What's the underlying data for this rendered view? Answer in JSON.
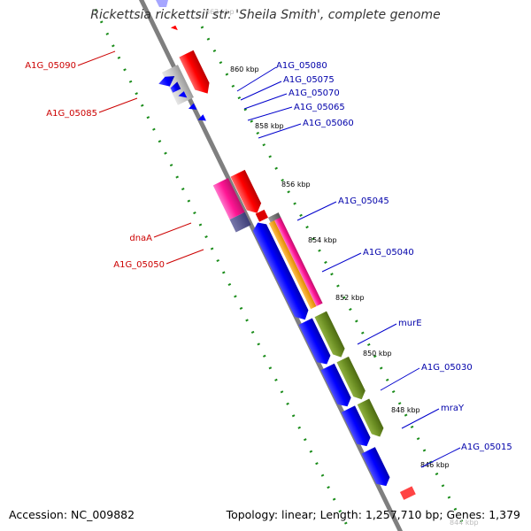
{
  "title": "Rickettsia rickettsii str. 'Sheila Smith', complete genome",
  "footer": {
    "accession": "Accession: NC_009882",
    "topology": "Topology: linear; Length: 1,257,710 bp; Genes: 1,379"
  },
  "ruler": {
    "ticks": [
      {
        "label": "862 kbp",
        "faded": true
      },
      {
        "label": "860 kbp"
      },
      {
        "label": "858 kbp"
      },
      {
        "label": "856 kbp"
      },
      {
        "label": "854 kbp"
      },
      {
        "label": "852 kbp"
      },
      {
        "label": "850 kbp"
      },
      {
        "label": "848 kbp"
      },
      {
        "label": "846 kbp"
      },
      {
        "label": "844 kbp",
        "faded": true
      }
    ]
  },
  "colors": {
    "forward_label": "#cc0000",
    "reverse_label": "#0000aa",
    "backbone": "#7f7f7f",
    "dots": "#1a8c1a"
  },
  "left_labels": [
    {
      "name": "A1G_05090"
    },
    {
      "name": "A1G_05085"
    },
    {
      "name": "dnaA"
    },
    {
      "name": "A1G_05050"
    }
  ],
  "right_labels": [
    {
      "name": "A1G_05080"
    },
    {
      "name": "A1G_05075"
    },
    {
      "name": "A1G_05070"
    },
    {
      "name": "A1G_05065"
    },
    {
      "name": "A1G_05060"
    },
    {
      "name": "A1G_05045"
    },
    {
      "name": "A1G_05040"
    },
    {
      "name": "murE"
    },
    {
      "name": "A1G_05030"
    },
    {
      "name": "mraY"
    },
    {
      "name": "A1G_05015"
    }
  ]
}
